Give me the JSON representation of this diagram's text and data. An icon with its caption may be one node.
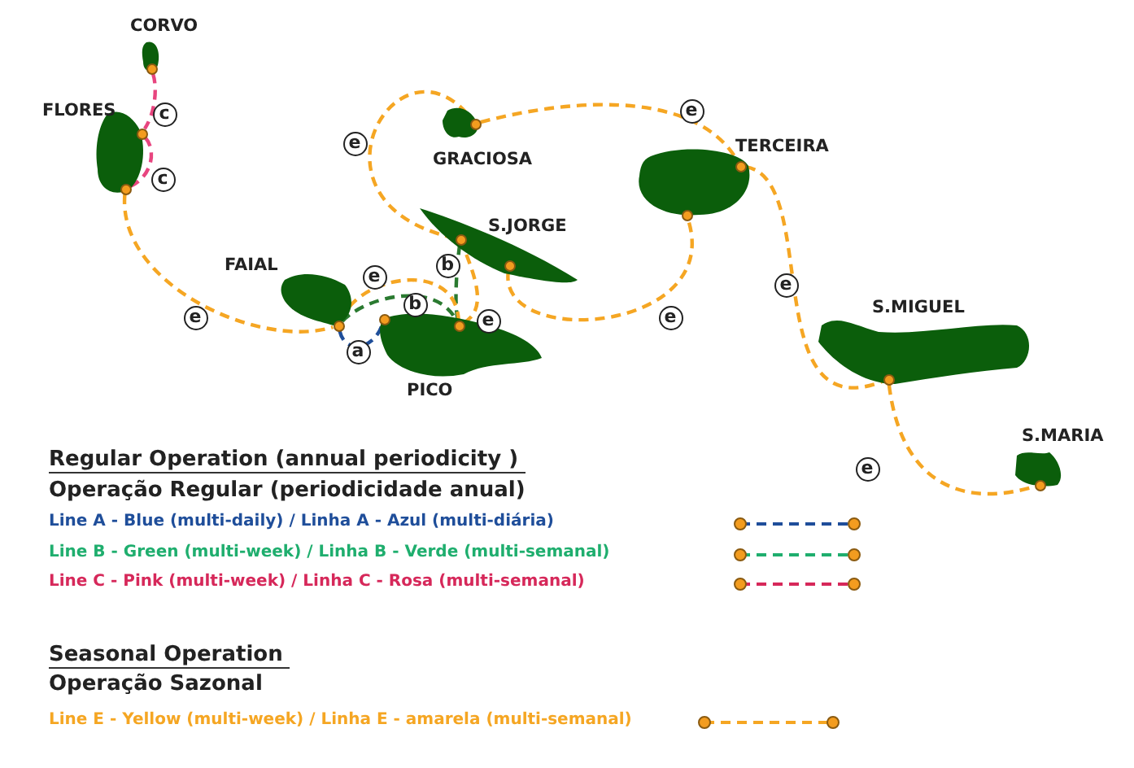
{
  "diagram": {
    "nodes": [
      {
        "text": [
          "CORVO"
        ]
      },
      {
        "text": [],
        "shape": "circle",
        "in": 0
      },
      {
        "text": [
          "FLORES"
        ]
      },
      {
        "text": [],
        "shape": "circle",
        "in": 2
      },
      {
        "text": [],
        "shape": "circle",
        "in": 2
      },
      {
        "text": [
          "GRACIOSA"
        ]
      },
      {
        "text": [],
        "shape": "circle",
        "in": 5
      },
      {
        "text": [
          "TERCEIRA"
        ]
      },
      {
        "text": [],
        "shape": "circle",
        "in": 7
      },
      {
        "text": [],
        "shape": "circle",
        "in": 7
      },
      {
        "text": [
          "S.JORGE"
        ]
      },
      {
        "text": [],
        "shape": "circle",
        "in": 10
      },
      {
        "text": [],
        "shape": "circle",
        "in": 10
      },
      {
        "text": [
          "FAIAL"
        ]
      },
      {
        "text": [],
        "shape": "circle",
        "in": 13
      },
      {
        "text": [
          "PICO"
        ]
      },
      {
        "text": [],
        "shape": "circle",
        "in": 15
      },
      {
        "text": [],
        "shape": "circle",
        "in": 15
      },
      {
        "text": [
          "S.MIGUEL"
        ]
      },
      {
        "text": [],
        "shape": "circle",
        "in": 18
      },
      {
        "text": [
          "S.MARIA"
        ]
      },
      {
        "text": [],
        "shape": "circle",
        "in": 20
      }
    ],
    "edges": [
      {
        "from": 1,
        "to": 3,
        "arrow": "none",
        "label": "c",
        "color": "#e8457f"
      },
      {
        "from": 3,
        "to": 4,
        "arrow": "none",
        "label": "c",
        "color": "#e8457f"
      },
      {
        "from": 4,
        "to": 14,
        "arrow": "none",
        "label": "e"
      },
      {
        "from": 14,
        "to": 16,
        "arrow": "none",
        "label": "a",
        "color": "#1f4e9a"
      },
      {
        "from": 14,
        "to": 17,
        "arrow": "none",
        "label": "b",
        "color": "#2a7a30"
      },
      {
        "from": 17,
        "to": 11,
        "arrow": "none",
        "label": "b",
        "color": "#2a7a30"
      },
      {
        "from": 14,
        "to": 17,
        "arrow": "none",
        "label": "e"
      },
      {
        "from": 17,
        "to": 11,
        "arrow": "none",
        "label": "e"
      },
      {
        "from": 11,
        "to": 6,
        "arrow": "none",
        "label": "e"
      },
      {
        "from": 6,
        "to": 8,
        "arrow": "none",
        "label": "e"
      },
      {
        "from": 12,
        "to": 9,
        "arrow": "none",
        "label": "e"
      },
      {
        "from": 8,
        "to": 19,
        "arrow": "none",
        "label": "e"
      },
      {
        "from": 19,
        "to": 21,
        "arrow": "none",
        "label": "e"
      }
    ],
    "labels": [
      "Regular Operation (annual periodicity )",
      "Operação Regular (periodicidade anual)",
      "Seasonal Operation",
      "Operação Sazonal"
    ],
    "legend": [
      {
        "text": "Line A - Blue (multi-daily)   / Linha A -  Azul (multi-diária)"
      },
      {
        "text": "Line B - Green (multi-week) / Linha B - Verde (multi-semanal)"
      },
      {
        "text": "Line C - Pink (multi-week) / Linha C - Rosa (multi-semanal)"
      },
      {
        "text": "Line E - Yellow (multi-week)  / Linha E - amarela (multi-semanal)"
      }
    ]
  }
}
